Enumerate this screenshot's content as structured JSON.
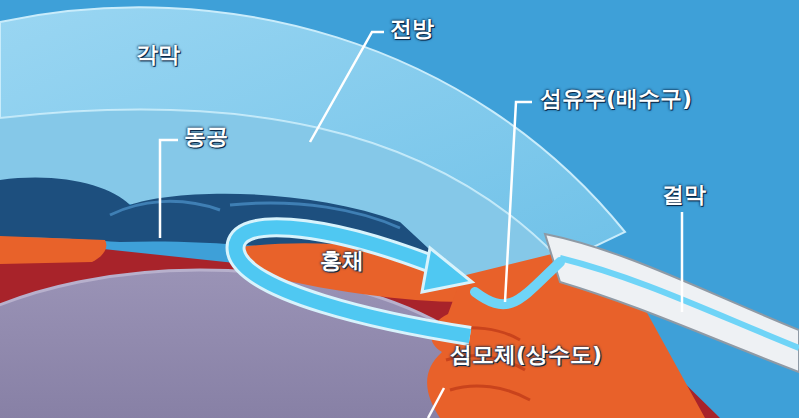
{
  "diagram": {
    "labels": [
      "각막",
      "전방",
      "섬유주(배수구)",
      "동공",
      "결막",
      "홍채",
      "섬모체(상수도)"
    ]
  }
}
